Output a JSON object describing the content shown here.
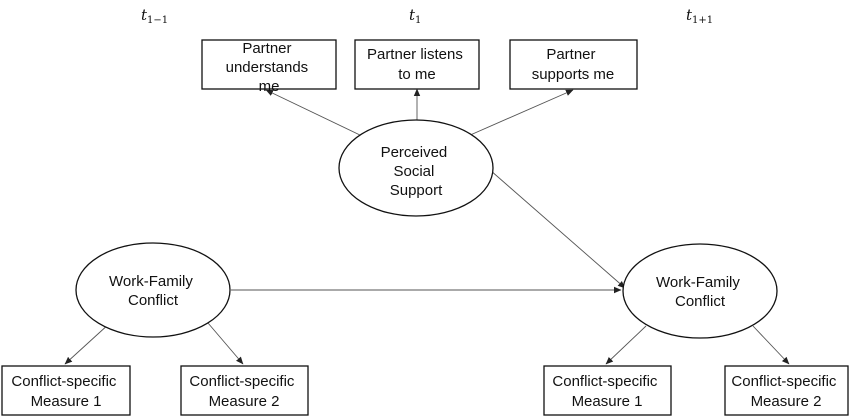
{
  "time_labels": {
    "t1": {
      "base": "t",
      "sub": "1−1"
    },
    "t2": {
      "base": "t",
      "sub": "1"
    },
    "t3": {
      "base": "t",
      "sub": "1+1"
    }
  },
  "nodes": {
    "partner_understands": {
      "lines": [
        "Partner",
        "understands",
        "me"
      ]
    },
    "partner_listens": {
      "lines": [
        "Partner listens",
        "to me"
      ]
    },
    "partner_supports": {
      "lines": [
        "Partner",
        "supports me"
      ]
    },
    "perceived_support": {
      "lines": [
        "Perceived",
        "Social",
        "Support"
      ]
    },
    "wfc_left": {
      "lines": [
        "Work-Family",
        "Conflict"
      ]
    },
    "wfc_right": {
      "lines": [
        "Work-Family",
        "Conflict"
      ]
    },
    "measure_left_1": {
      "lines": [
        "Conflict-specific",
        "Measure 1"
      ]
    },
    "measure_left_2": {
      "lines": [
        "Conflict-specific",
        "Measure 2"
      ]
    },
    "measure_right_1": {
      "lines": [
        "Conflict-specific",
        "Measure 1"
      ]
    },
    "measure_right_2": {
      "lines": [
        "Conflict-specific",
        "Measure 2"
      ]
    }
  },
  "colors": {
    "stroke": "#111111",
    "edge": "#555555",
    "background": "#ffffff"
  }
}
